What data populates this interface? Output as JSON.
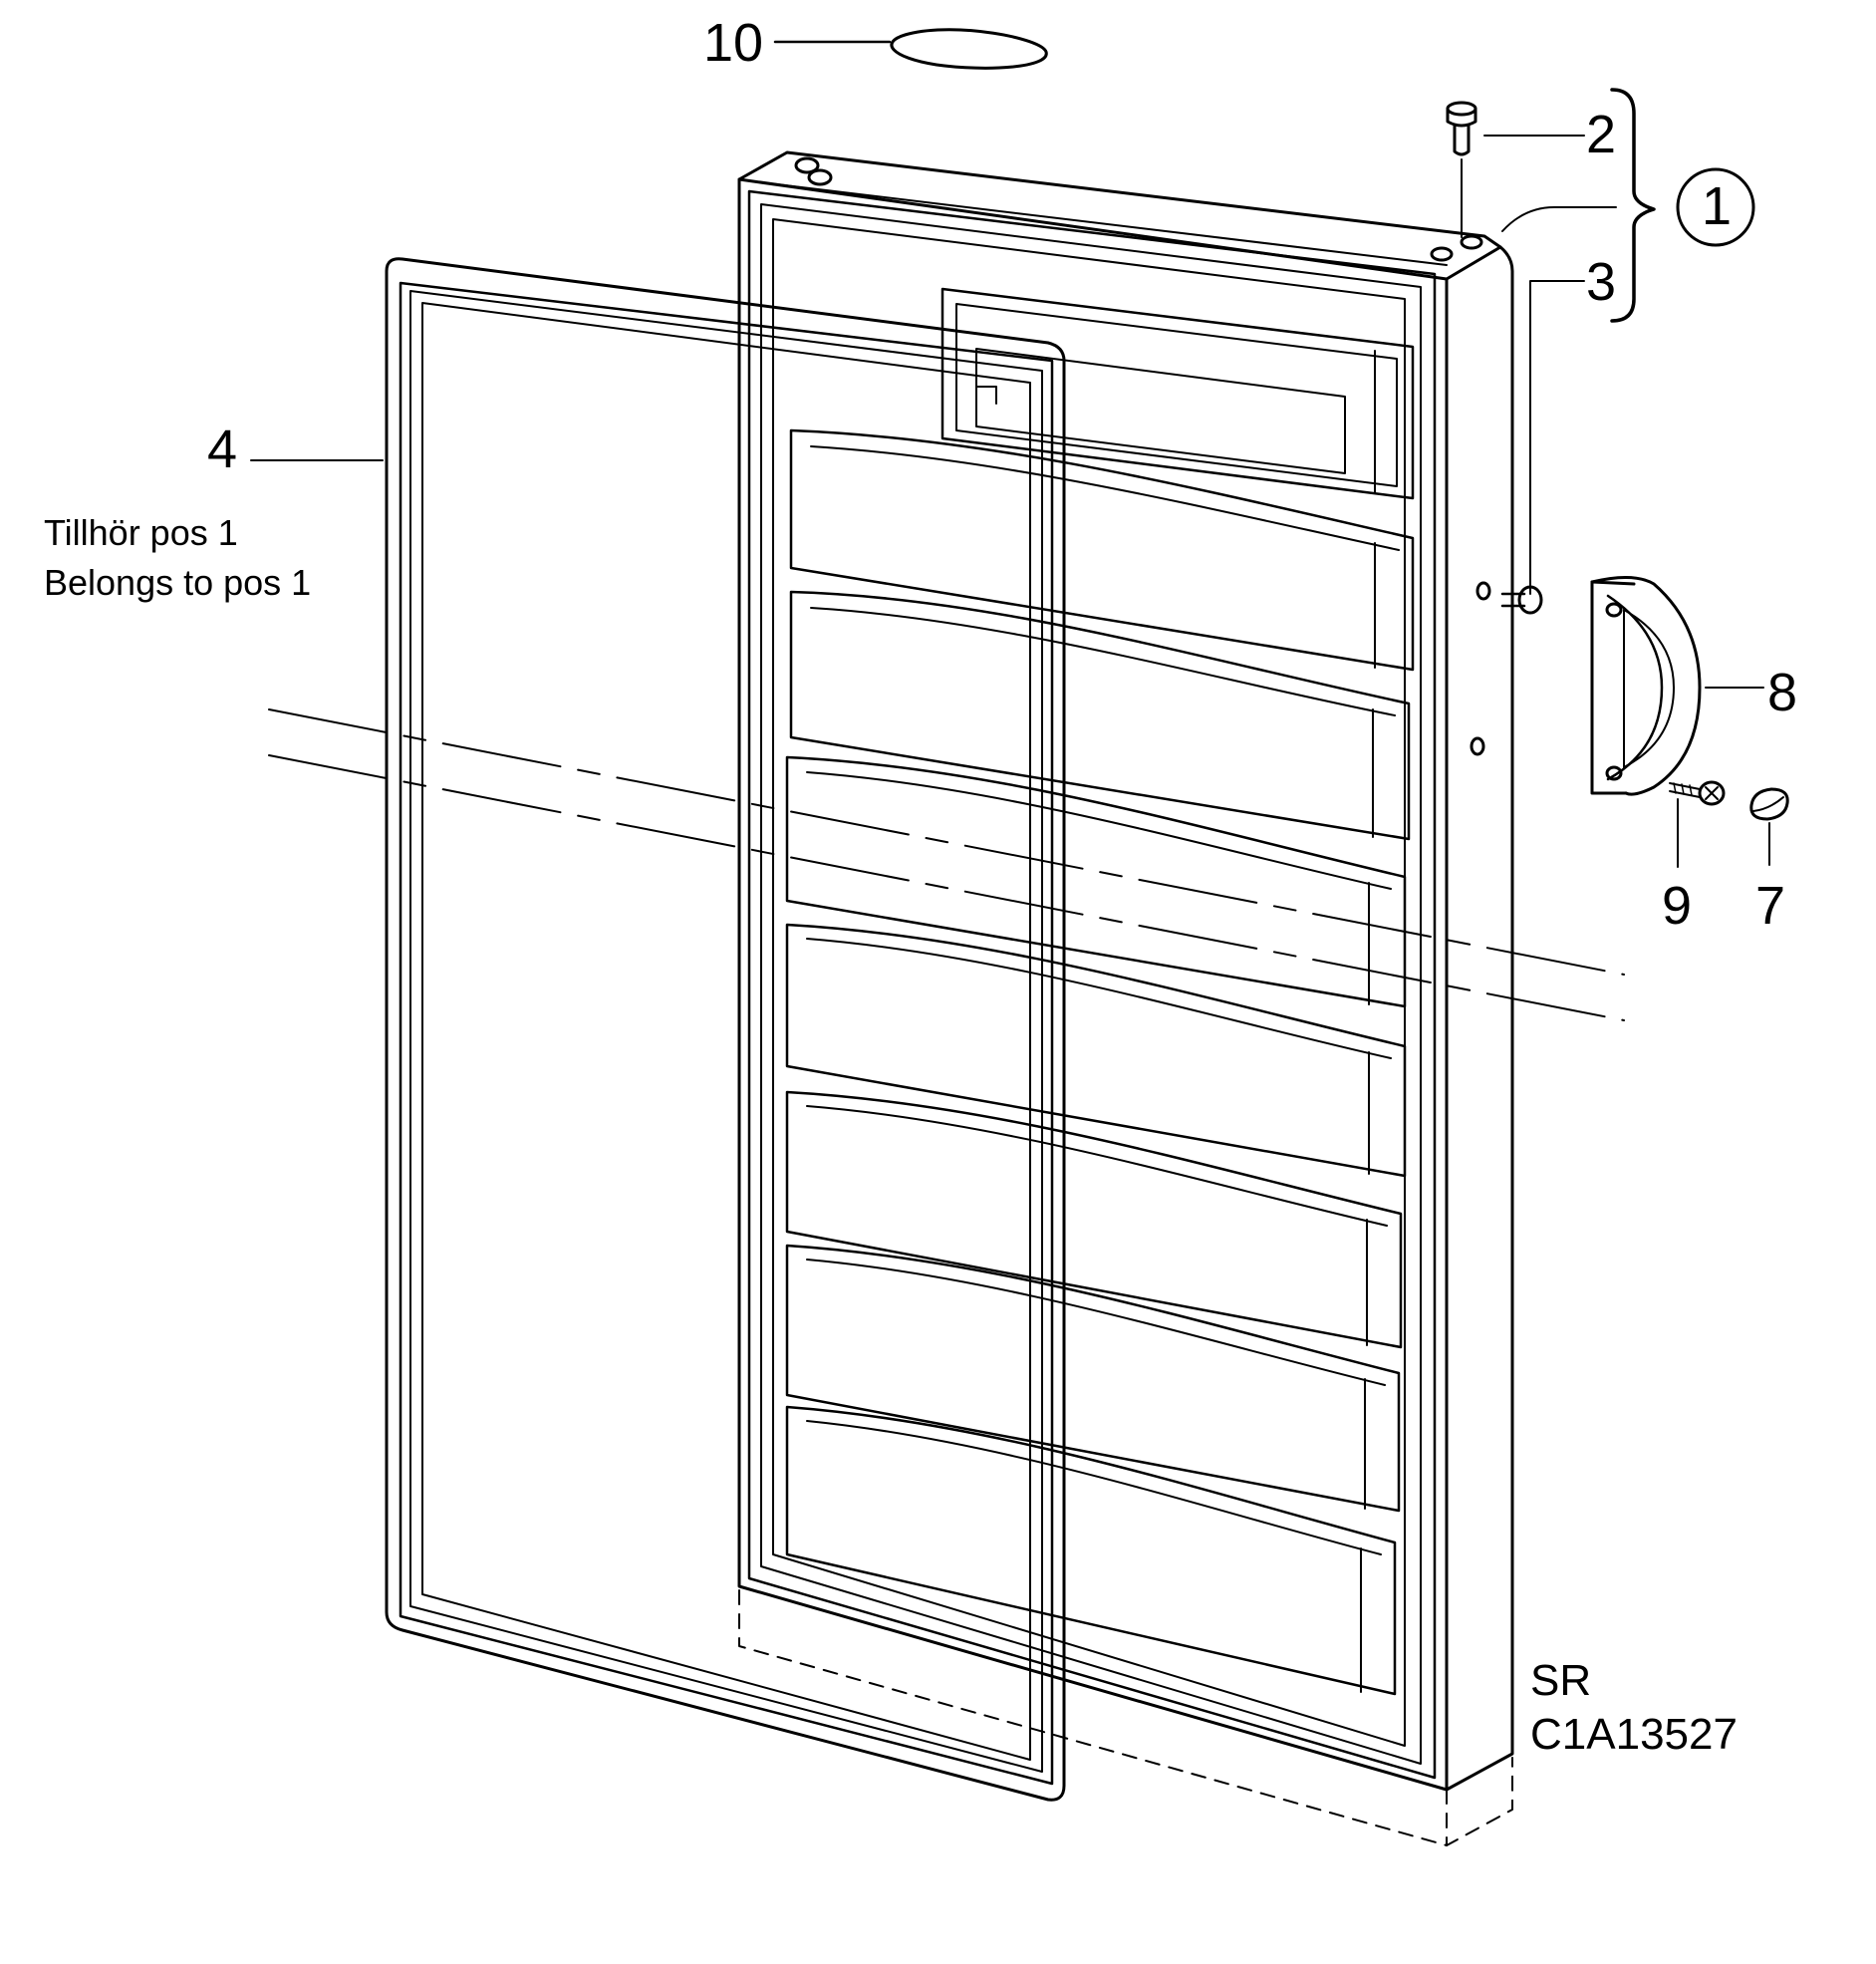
{
  "callouts": {
    "c10": "10",
    "c2": "2",
    "c1": "1",
    "c3": "3",
    "c4": "4",
    "c8": "8",
    "c9": "9",
    "c7": "7"
  },
  "note": {
    "line1": "Tillhör pos 1",
    "line2": "Belongs to pos 1"
  },
  "code": {
    "line1": "SR",
    "line2": "C1A13527"
  },
  "colors": {
    "line": "#000000",
    "background": "#ffffff"
  }
}
